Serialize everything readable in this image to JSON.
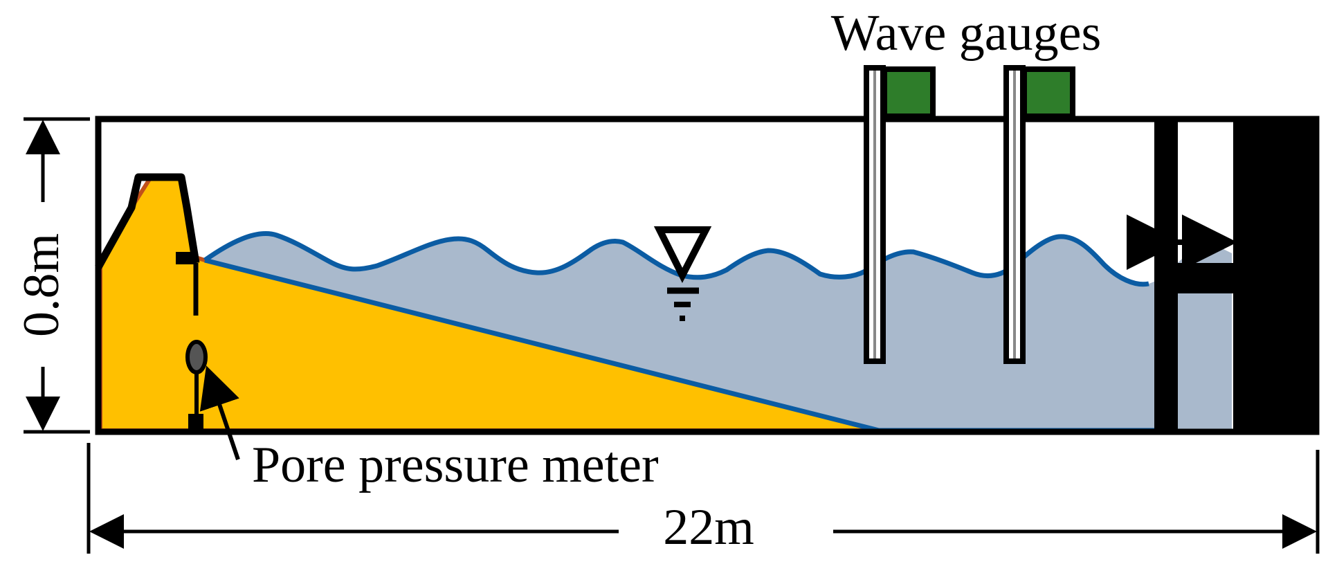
{
  "labels": {
    "wave_gauges": "Wave gauges",
    "pore_pressure_meter": "Pore pressure meter",
    "height": "0.8m",
    "length": "22m"
  },
  "colors": {
    "sand": "#FFC000",
    "sand_edge": "#C0501A",
    "water": "#A9B9CC",
    "water_line": "#0B5CA3",
    "gauge_head": "#2E7D2A",
    "outline": "#000000"
  }
}
